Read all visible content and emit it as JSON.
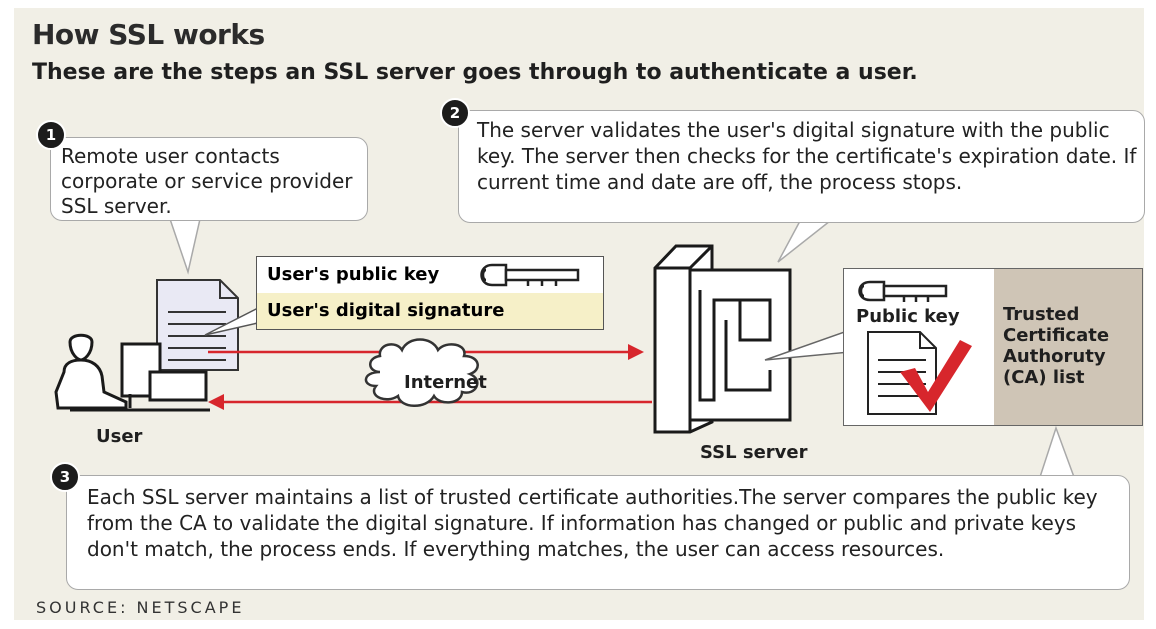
{
  "title": "How SSL works",
  "subtitle": "These are the steps an SSL server goes through to authenticate a user.",
  "steps": [
    {
      "number": "1",
      "text": "Remote user contacts corporate or service provider SSL server."
    },
    {
      "number": "2",
      "text": "The server validates the user's digital signature with the public key. The server then checks for the certificate's expiration date. If current time and date are off, the process stops."
    },
    {
      "number": "3",
      "text": "Each SSL server maintains a list of trusted certificate authorities.The server compares the public key from the CA to validate the digital signature. If information has changed or public and private keys don't match, the process ends. If everything matches, the user can access resources."
    }
  ],
  "labels": {
    "user_public_key": "User's public key",
    "user_digital_signature": "User's digital signature",
    "internet": "Internet",
    "user": "User",
    "ssl_server": "SSL server",
    "public_key": "Public key",
    "ca_list": "Trusted Certificate Authoruty (CA) list"
  },
  "source": "SOURCE:  NETSCAPE",
  "colors": {
    "arrow": "#d7262c",
    "check": "#d7262c",
    "background": "#f1efe6",
    "ca_tint": "#cfc5b6",
    "signature_row": "#f6f0c8"
  },
  "icons": [
    "key-icon",
    "document-icon",
    "checkmark-icon",
    "user-computer-icon",
    "server-icon",
    "cloud-icon"
  ]
}
